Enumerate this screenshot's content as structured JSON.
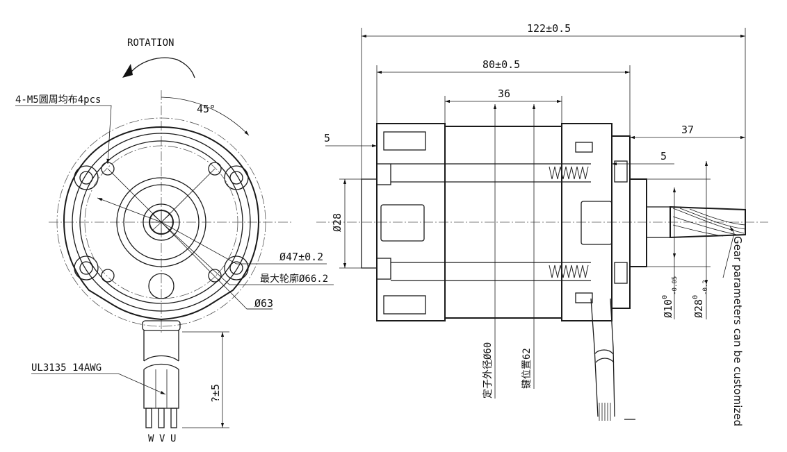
{
  "front_view": {
    "rotation_label": "ROTATION",
    "mounting_holes_label": "4-M5圆周均布4pcs",
    "angle_label": "45°",
    "pitch_circle_label": "Ø47±0.2",
    "max_outline_label": "最大轮廓Ø66.2",
    "outer_dia_label": "Ø63",
    "wire_spec_label": "UL3135  14AWG",
    "lead_length_label": "?±5",
    "wire_labels": [
      "W",
      "V",
      "U"
    ]
  },
  "side_view": {
    "overall_length": "122±0.5",
    "body_length": "80±0.5",
    "stator_length": "36",
    "flange_thickness": "5",
    "shaft_step": "5",
    "shaft_length": "37",
    "boss_dia": "Ø28",
    "shaft_dia_base": "Ø10",
    "shaft_dia_sup": "0",
    "shaft_dia_sub": "-0.05",
    "boss_dia_base": "Ø28",
    "boss_dia_sup": "0",
    "boss_dia_sub": "-0.2",
    "stator_od_label": "定子外径Ø60",
    "key_position_label": "键位置62",
    "gear_note": "Gear parameters can be customized"
  }
}
